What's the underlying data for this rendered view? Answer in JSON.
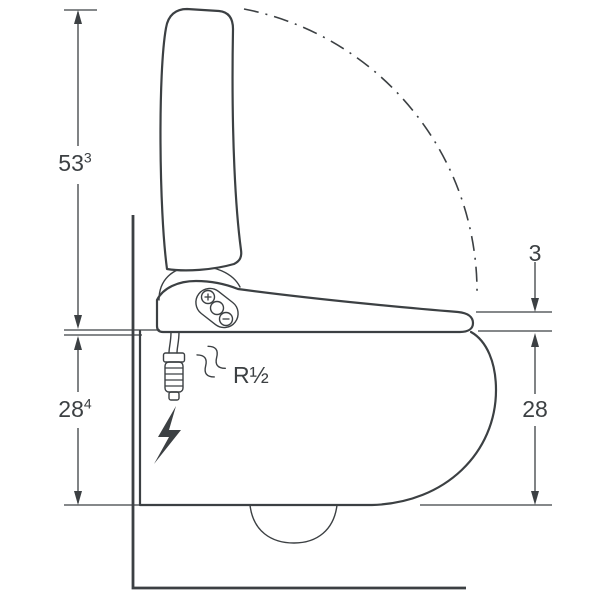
{
  "drawing": {
    "dim_height_open_lid": {
      "value": "53",
      "sup": "3"
    },
    "dim_seat_front_thickness": {
      "value": "3",
      "sup": ""
    },
    "dim_bowl_height_back": {
      "value": "28",
      "sup": "4"
    },
    "dim_bowl_height_front": {
      "value": "28",
      "sup": ""
    },
    "water_connection_label": "R½"
  },
  "icons": {
    "power-bolt-icon": "lightning bolt (electrical connection)",
    "water-flow-icon": "double wave (water connection)",
    "plus-icon": "+",
    "minus-icon": "−",
    "lid-swing-arc": "dash-dot opening arc"
  },
  "colors": {
    "line": "#3c4043",
    "text": "#3c4043",
    "bg": "#ffffff"
  }
}
